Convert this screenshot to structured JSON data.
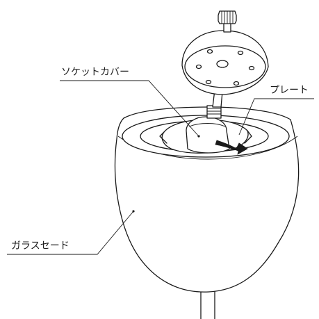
{
  "labels": {
    "socket_cover": "ソケットカバー",
    "plate": "プレート",
    "glass_shade": "ガラスセード"
  },
  "colors": {
    "line": "#1a1a1a",
    "background": "#ffffff",
    "arrow": "#1a1a1a"
  },
  "icons": {
    "rotate_arrow": "curved-arrow-right"
  }
}
